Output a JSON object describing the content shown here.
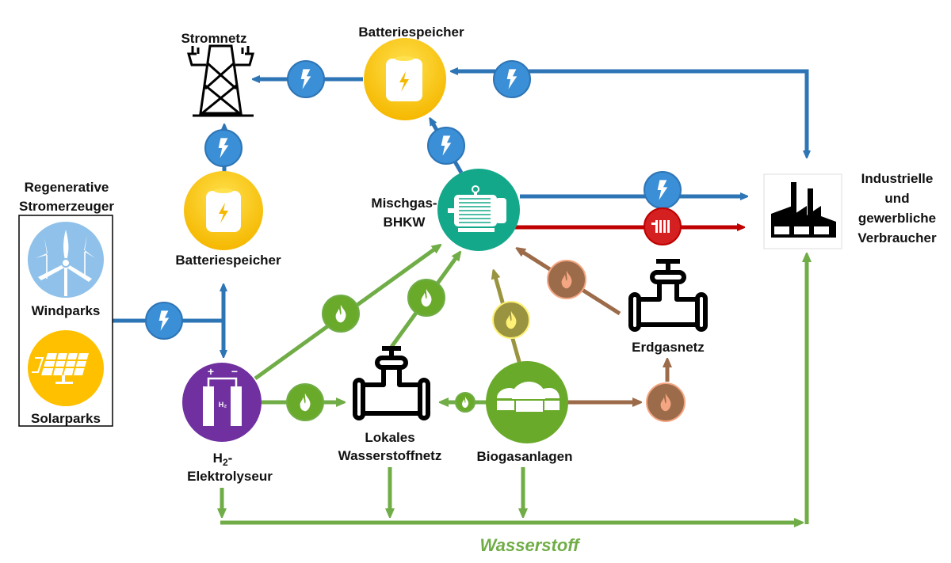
{
  "colors": {
    "electric": "#2e75b6",
    "electric_badge": "#3a8fd6",
    "hydrogen": "#70ad47",
    "heat": "#c00000",
    "natural_gas": "#9c6b4a",
    "natural_gas_flame": "#f4a582",
    "biogas": "#9a9440",
    "biogas_flame": "#fff176",
    "battery": "#ffc000",
    "electrolyser": "#7030a0",
    "chp": "#14a88a",
    "biogas_plant": "#6aaa2a",
    "wind": "#8fc1ea",
    "solar": "#ffc000"
  },
  "nodes": {
    "grid": {
      "label": "Stromnetz",
      "icon": "power-pylon-icon"
    },
    "battery_top": {
      "label": "Batteriespeicher",
      "icon": "battery-icon"
    },
    "battery_left": {
      "label": "Batteriespeicher",
      "icon": "battery-icon"
    },
    "renewables": {
      "title_line1": "Regenerative",
      "title_line2": "Stromerzeuger",
      "wind": {
        "label": "Windparks",
        "icon": "wind-turbine-icon"
      },
      "solar": {
        "label": "Solarparks",
        "icon": "solar-panel-icon"
      }
    },
    "chp": {
      "label_line1": "Mischgas-",
      "label_line2": "BHKW",
      "icon": "motor-generator-icon"
    },
    "consumers": {
      "label_lines": [
        "Industrielle",
        "und",
        "gewerbliche",
        "Verbraucher"
      ],
      "icon": "factory-icon"
    },
    "electrolyser": {
      "label_line1_main": "H",
      "label_line1_sub": "2",
      "label_line1_end": "-",
      "label_line2": "Elektrolyseur",
      "icon_text": "H₂",
      "icon": "electrolyser-icon"
    },
    "h2_network": {
      "label_line1": "Lokales",
      "label_line2": "Wasserstoffnetz",
      "icon": "pipe-valve-icon"
    },
    "biogas": {
      "label": "Biogasanlagen",
      "icon": "biogas-dome-icon"
    },
    "gas_grid": {
      "label": "Erdgasnetz",
      "icon": "pipe-valve-icon"
    }
  },
  "hydrogen_bus": {
    "label": "Wasserstoff"
  },
  "electrolyser_symbols": {
    "plus": "+",
    "minus": "−"
  }
}
